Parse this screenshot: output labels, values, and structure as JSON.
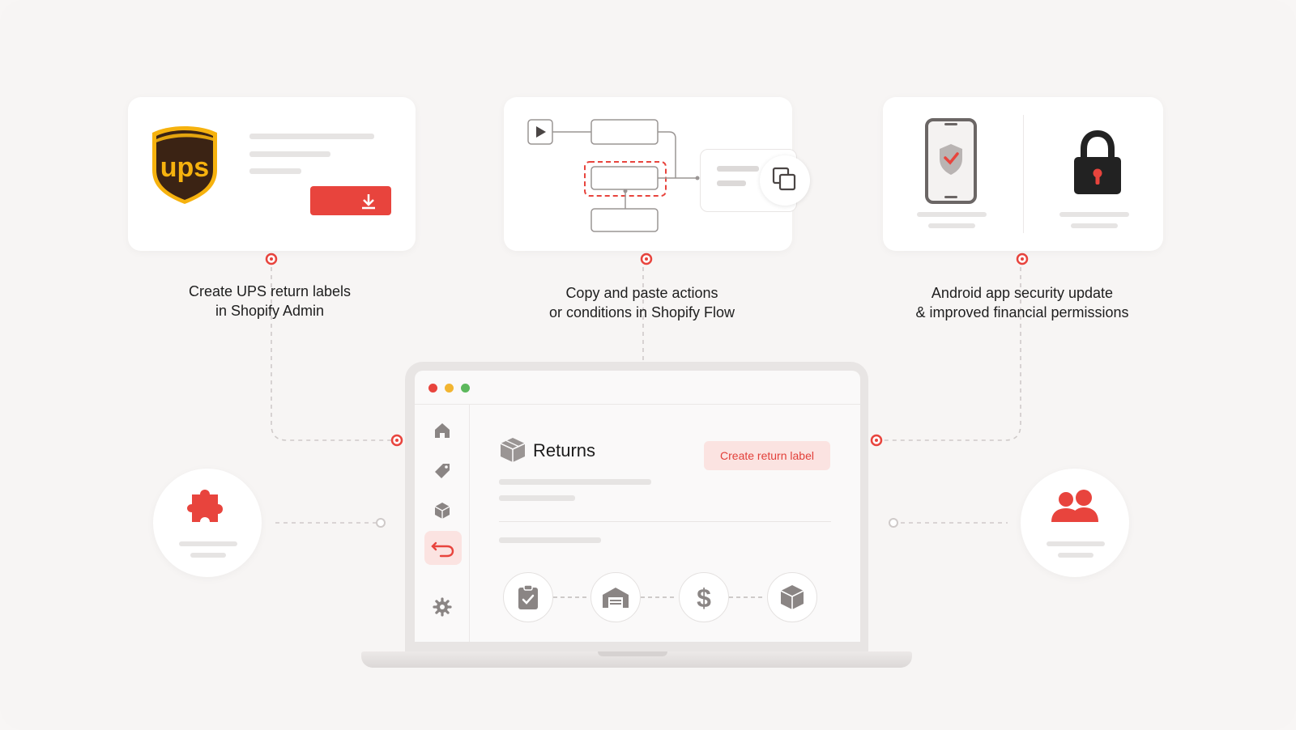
{
  "features": [
    {
      "caption": "Create UPS return labels\nin Shopify Admin",
      "logo": "UPS"
    },
    {
      "caption": "Copy and paste actions\nor conditions in Shopify Flow"
    },
    {
      "caption": "Android app security update\n& improved financial permissions"
    }
  ],
  "app": {
    "title": "Returns",
    "cta_label": "Create return label",
    "sidebar_icons": [
      "home-icon",
      "tag-icon",
      "box-icon",
      "return-icon",
      "gear-icon"
    ],
    "steps": [
      "clipboard-check-icon",
      "warehouse-icon",
      "dollar-icon",
      "box-icon"
    ]
  },
  "side_nodes": [
    {
      "icon": "puzzle-icon"
    },
    {
      "icon": "users-icon"
    }
  ],
  "colors": {
    "accent": "#e8443d",
    "ups_brown": "#3b2314",
    "ups_gold": "#f6b20e",
    "window_red": "#e8443d",
    "window_yellow": "#f2b531",
    "window_green": "#5cb85c"
  }
}
